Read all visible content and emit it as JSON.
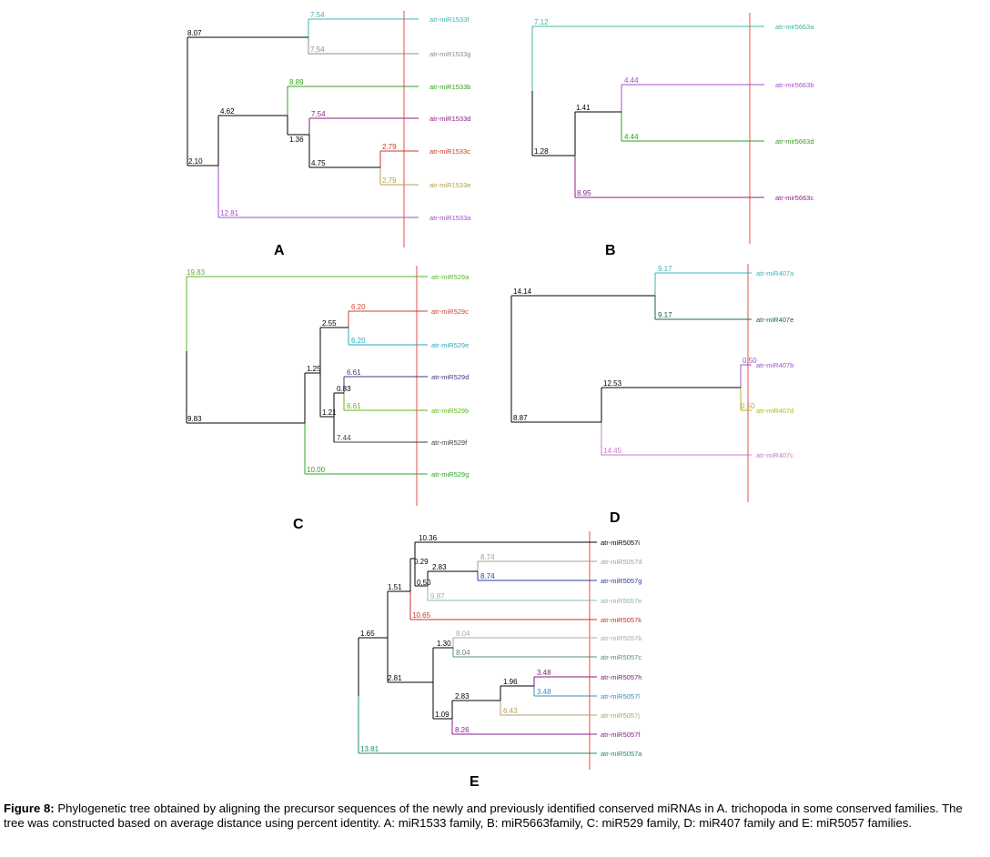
{
  "caption": {
    "label": "Figure 8:",
    "text": " Phylogenetic tree obtained by aligning the precursor sequences of the newly and previously identified conserved miRNAs in A. trichopoda in some conserved families. The tree was constructed based on average distance using percent identity. A: miR1533 family, B: miR5663family, C: miR529 family, D: miR407 family and E: miR5057 families."
  },
  "colors": {
    "scale_line": "#f08080",
    "internal": "#000000"
  },
  "panels": [
    {
      "id": "A",
      "label": "A",
      "leaves": [
        {
          "name": "atr-miR1533f",
          "color": "#3cb4b4",
          "length": "7.54"
        },
        {
          "name": "atr-miR1533g",
          "color": "#8c8c8c",
          "length": "7.54"
        },
        {
          "name": "atr-miR1533b",
          "color": "#32a01e",
          "length": "8.89"
        },
        {
          "name": "atr-miR1533d",
          "color": "#8c1e78",
          "length": "7.54"
        },
        {
          "name": "atr-miR1533c",
          "color": "#c83c28",
          "length": "2.79"
        },
        {
          "name": "atr-miR1533e",
          "color": "#b4a050",
          "length": "2.79"
        },
        {
          "name": "atr-miR1533a",
          "color": "#a050c8",
          "length": "12.81"
        }
      ],
      "internal": [
        "8.07",
        "4.62",
        "1.36",
        "4.75",
        "2.10"
      ]
    },
    {
      "id": "B",
      "label": "B",
      "leaves": [
        {
          "name": "atr-mir5663a",
          "color": "#3cb4a0",
          "length": "7.12"
        },
        {
          "name": "atr-mir5663b",
          "color": "#a050c8",
          "length": "4.44"
        },
        {
          "name": "atr-mir5663d",
          "color": "#32a01e",
          "length": "4.44"
        },
        {
          "name": "atr-mir5663c",
          "color": "#8c1e8c",
          "length": "8.95"
        }
      ],
      "internal": [
        "1.41",
        "1.28"
      ]
    },
    {
      "id": "C",
      "label": "C",
      "leaves": [
        {
          "name": "atr-miR529a",
          "color": "#5ab428",
          "length": "19.83"
        },
        {
          "name": "atr-miR529c",
          "color": "#c84632",
          "length": "6.20"
        },
        {
          "name": "atr-miR529e",
          "color": "#28aab4",
          "length": "6.20"
        },
        {
          "name": "atr-miR529d",
          "color": "#3c3c78",
          "length": "6.61"
        },
        {
          "name": "atr-miR529b",
          "color": "#64b41e",
          "length": "6.61"
        },
        {
          "name": "atr-miR529f",
          "color": "#3c3c3c",
          "length": "7.44"
        },
        {
          "name": "atr-miR529g",
          "color": "#32a032",
          "length": "10.00"
        }
      ],
      "internal": [
        "2.55",
        "1.25",
        "0.83",
        "1.21",
        "9.83"
      ]
    },
    {
      "id": "D",
      "label": "D",
      "leaves": [
        {
          "name": "atr-miR407a",
          "color": "#3cb4b4",
          "length": "9.17"
        },
        {
          "name": "atr-miR407e",
          "color": "#1e643c",
          "length": "9.17"
        },
        {
          "name": "atr-miR407b",
          "color": "#a050c8",
          "length": "0.50"
        },
        {
          "name": "atr-miR407d",
          "color": "#b4b41e",
          "length": "0.50"
        },
        {
          "name": "atr-miR407c",
          "color": "#c878c8",
          "length": "14.45"
        }
      ],
      "internal": [
        "14.14",
        "12.53",
        "8.87"
      ]
    },
    {
      "id": "E",
      "label": "E",
      "leaves": [
        {
          "name": "atr-miR5057i",
          "color": "#000000",
          "length": "10.36"
        },
        {
          "name": "atr-miR5057d",
          "color": "#a0a0a0",
          "length": "8.74"
        },
        {
          "name": "atr-miR5057g",
          "color": "#283ca0",
          "length": "8.74"
        },
        {
          "name": "atr-miR5057e",
          "color": "#8cb4b4",
          "length": "9.87"
        },
        {
          "name": "atr-miR5057k",
          "color": "#c83228",
          "length": "10.65"
        },
        {
          "name": "atr-miR5057b",
          "color": "#aaaaaa",
          "length": "8.04"
        },
        {
          "name": "atr-miR5057c",
          "color": "#5a8c78",
          "length": "8.04"
        },
        {
          "name": "atr-miR5057h",
          "color": "#781e78",
          "length": "3.48"
        },
        {
          "name": "atr-miR5057l",
          "color": "#3c8cb4",
          "length": "3.48"
        },
        {
          "name": "atr-miR5057j",
          "color": "#b4a064",
          "length": "6.43"
        },
        {
          "name": "atr-miR5057f",
          "color": "#8c1e8c",
          "length": "8.26"
        },
        {
          "name": "atr-miR5057a",
          "color": "#1e8c64",
          "length": "13.81"
        }
      ],
      "internal": [
        "0.29",
        "0.50",
        "2.83",
        "1.51",
        "1.30",
        "1.96",
        "2.83",
        "1.09",
        "2.81",
        "1.65"
      ]
    }
  ]
}
